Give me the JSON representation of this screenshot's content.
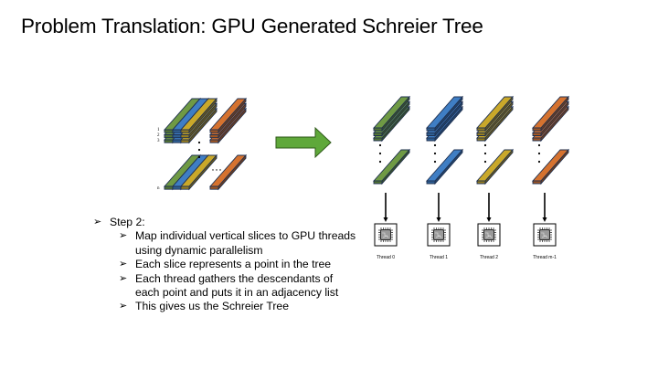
{
  "slide": {
    "title": "Problem Translation: GPU Generated Schreier Tree"
  },
  "diagram": {
    "colors": {
      "green": "#6f9a44",
      "blue": "#3f7ec4",
      "gold": "#c9a82a",
      "orange": "#d5722f",
      "outline": "#1f3050",
      "arrow_fill": "#5fa83a",
      "arrow_stroke": "#2f5a1a"
    },
    "input_grid": {
      "row_labels": [
        "1",
        "2",
        "3",
        "n"
      ],
      "column_colors": [
        "green",
        "blue",
        "gold",
        "orange"
      ],
      "ellipsis_vertical": "⋮",
      "ellipsis_horizontal": "· · ·"
    },
    "transform_arrow": "right-arrow",
    "threads": [
      {
        "label": "Thread 0",
        "color": "green",
        "icon": "cpu-chip-icon"
      },
      {
        "label": "Thread 1",
        "color": "blue",
        "icon": "cpu-chip-icon"
      },
      {
        "label": "Thread 2",
        "color": "gold",
        "icon": "cpu-chip-icon"
      },
      {
        "label": "Thread m-1",
        "color": "orange",
        "icon": "cpu-chip-icon"
      }
    ]
  },
  "bullets": {
    "bullet_glyph": "➢",
    "items": [
      {
        "level": 1,
        "text": "Step 2:"
      },
      {
        "level": 2,
        "text": "Map individual vertical slices to GPU threads using dynamic parallelism"
      },
      {
        "level": 2,
        "text": "Each slice represents a point in the tree"
      },
      {
        "level": 2,
        "text": "Each thread gathers the descendants of each point and puts it in an adjacency list"
      },
      {
        "level": 2,
        "text": "This gives us the Schreier Tree"
      }
    ]
  }
}
